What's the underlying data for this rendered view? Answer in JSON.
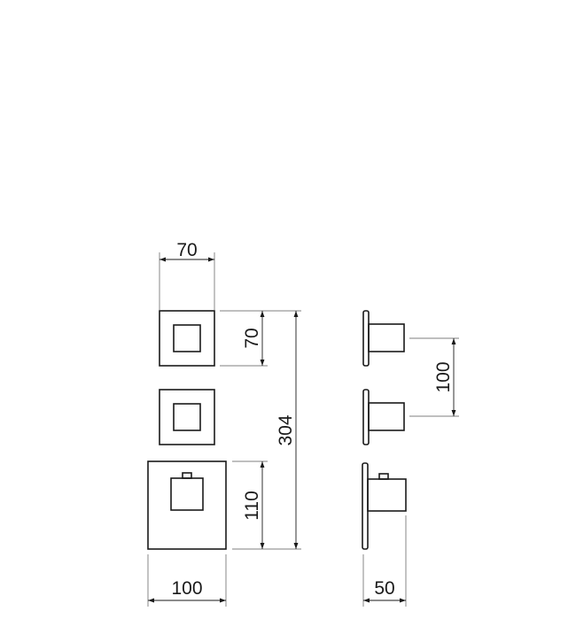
{
  "dimensions": {
    "top_width": "70",
    "top_height": "70",
    "total_height": "304",
    "bottom_height": "110",
    "bottom_width": "100",
    "side_spacing": "100",
    "side_depth": "50"
  }
}
